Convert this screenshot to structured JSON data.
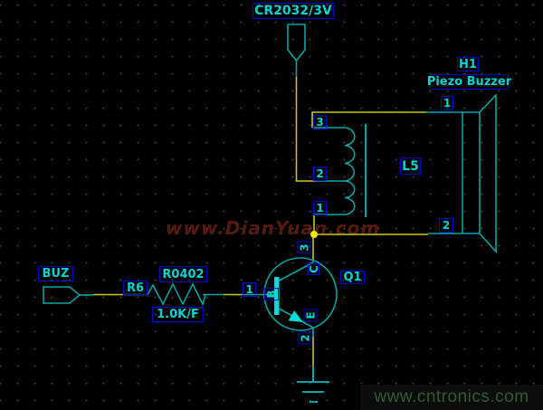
{
  "colors": {
    "background": "#000000",
    "grid_dot": "#3f3f3f",
    "wire": "#c8c800",
    "wire_bright": "#e8e800",
    "symbol": "#00a5a5",
    "symbol_bright": "#00dcdc",
    "label_text": "#00d4d4",
    "label_box": "#0008cf",
    "watermark_red": "#8a2a18",
    "watermark_green": "#2e5c2e",
    "band_bg": "#0c0c0c"
  },
  "schematic": {
    "battery": {
      "label": "CR2032/3V"
    },
    "buzzer": {
      "ref": "H1",
      "name": "Piezo Buzzer",
      "pin1": "1",
      "pin2": "2"
    },
    "inductor": {
      "ref": "L5",
      "pin_top": "3",
      "pin_mid": "2",
      "pin_bottom": "1"
    },
    "transistor": {
      "ref": "Q1",
      "pin_collector_num": "3",
      "pin_collector": "C",
      "pin_base": "B",
      "pin_base_num": "1",
      "pin_emitter": "E",
      "pin_emitter_num": "2"
    },
    "resistor": {
      "ref": "R6",
      "footprint": "R0402",
      "value": "1.0K/F"
    },
    "port": {
      "label": "BUZ"
    }
  },
  "watermarks": {
    "center": "www.DianYuan.com",
    "corner": "www.cntronics.com"
  }
}
